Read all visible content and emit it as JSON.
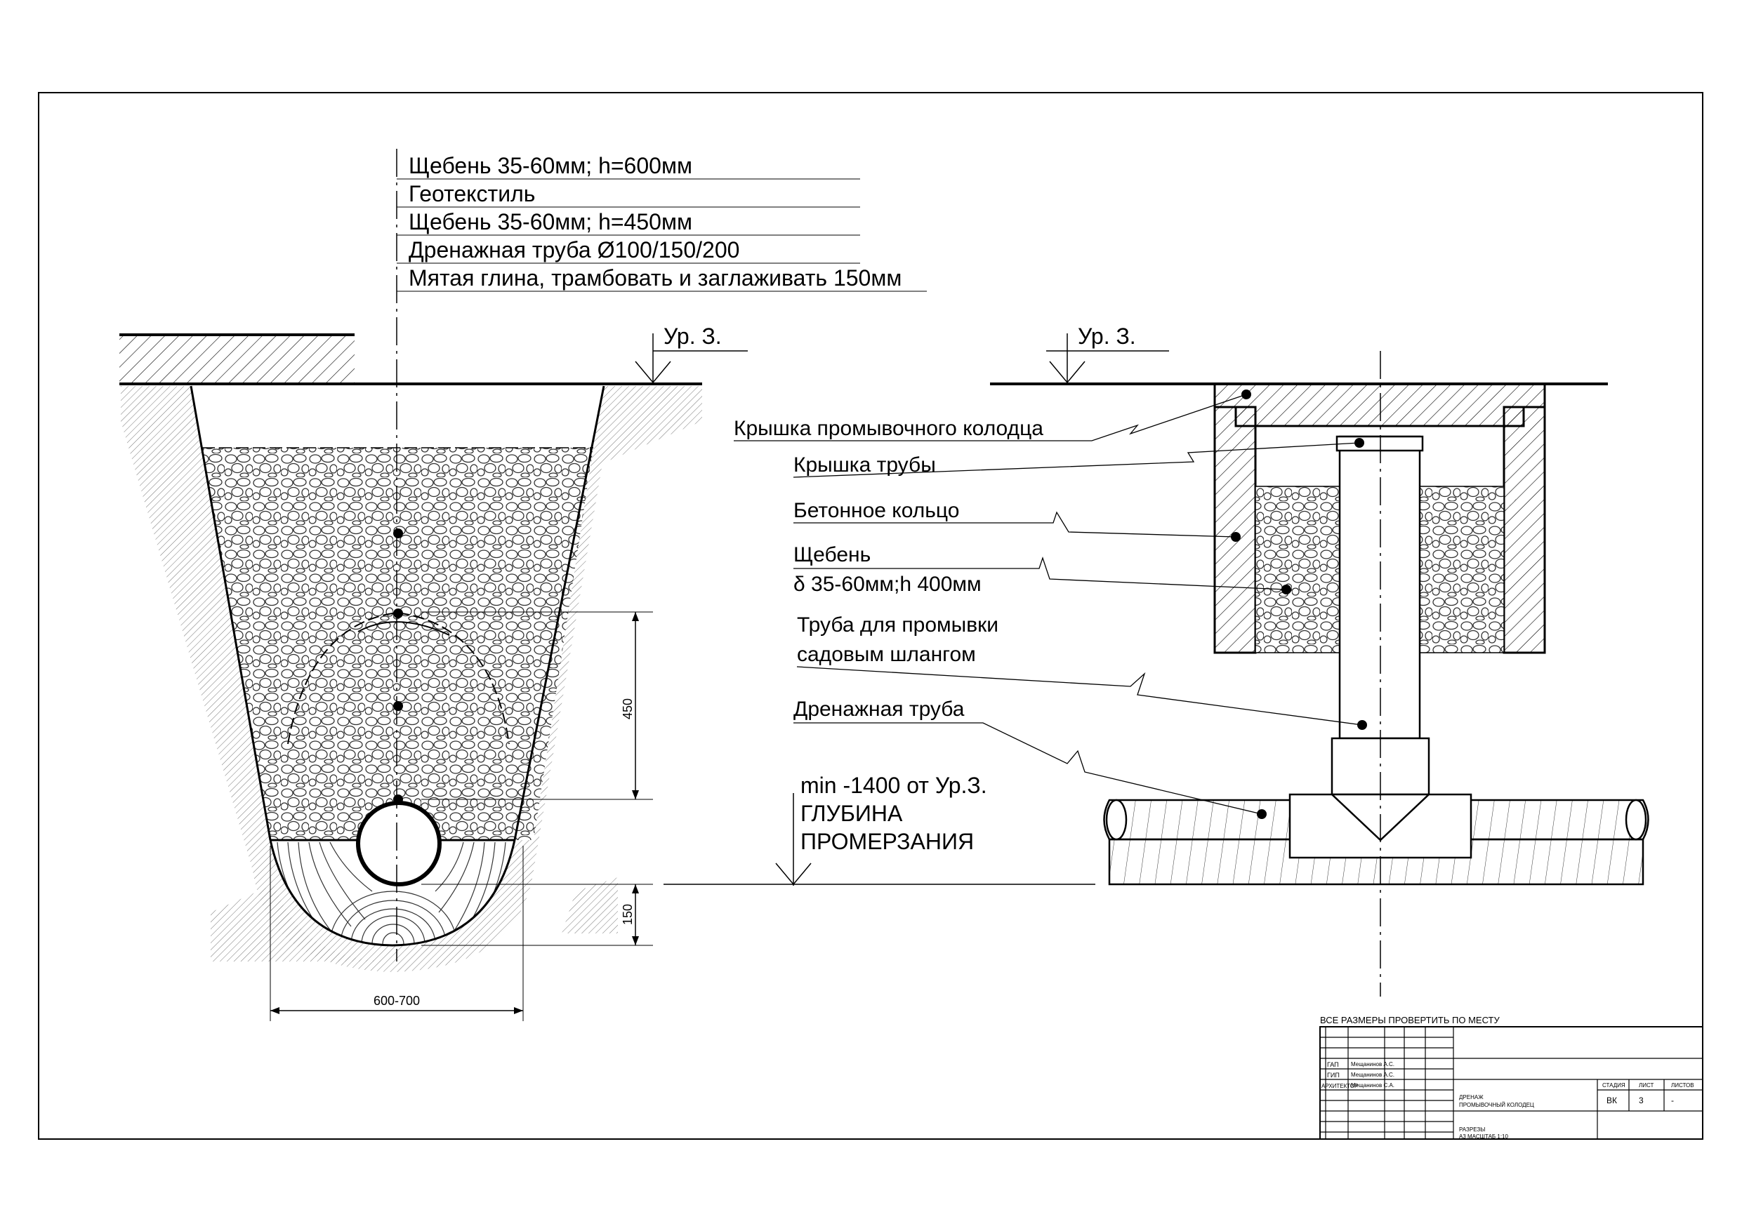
{
  "layers": [
    "Щебень 35-60мм; h=600мм",
    "Геотекстиль",
    "Щебень 35-60мм; h=450мм",
    "Дренажная труба Ø100/150/200",
    "Мятая глина, трамбовать и заглаживать 150мм"
  ],
  "ground_level": "Ур. З.",
  "dims": {
    "d450": "450",
    "d150": "150",
    "width": "600-700"
  },
  "frost": {
    "line1": "min -1400 от Ур.З.",
    "line2": "ГЛУБИНА",
    "line3": "ПРОМЕРЗАНИЯ"
  },
  "well_labels": {
    "lid_well": "Крышка промывочного колодца",
    "lid_pipe": "Крышка трубы",
    "ring": "Бетонное кольцо",
    "gravel1": "Щебень",
    "gravel2": "δ 35-60мм;h 400мм",
    "flush1": "Труба для промывки",
    "flush2": "садовым шлангом",
    "drain": "Дренажная труба"
  },
  "title_block": {
    "note": "ВСЕ РАЗМЕРЫ ПРОВЕРТИТЬ ПО МЕСТУ",
    "roles": [
      "ГАП",
      "ГИП",
      "АРХИТЕКТОР"
    ],
    "names": [
      "Мещанинов А.С.",
      "Мещанинов А.С.",
      "Мещанинов С.А."
    ],
    "title1": "ДРЕНАЖ",
    "title2": "ПРОМЫВОЧНЫЙ КОЛОДЕЦ",
    "sub1": "РАЗРЕЗЫ",
    "sub2": "А3 МАСШТАБ 1:10",
    "col_stage": "СТАДИЯ",
    "col_sheet": "ЛИСТ",
    "col_sheets": "ЛИСТОВ",
    "stage": "ВК",
    "sheet": "3",
    "sheets": "-"
  }
}
